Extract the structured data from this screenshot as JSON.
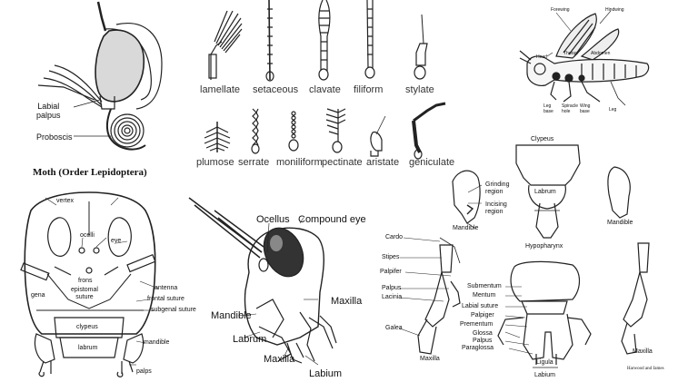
{
  "moth": {
    "labial_palpus": "Labial\npalpus",
    "proboscis": "Proboscis",
    "caption": "Moth (Order Lepidoptera)"
  },
  "antennae": {
    "row1": [
      "lamellate",
      "setaceous",
      "clavate",
      "filiform",
      "stylate"
    ],
    "row2": [
      "plumose",
      "serrate",
      "moniliform",
      "pectinate",
      "aristate",
      "geniculate"
    ]
  },
  "insect": {
    "forewing": "Forewing",
    "hindwing": "Hindwing",
    "head": "Head",
    "thorax": "Thorax",
    "abdomen": "Abdomen",
    "leg_base": "Leg\nbase",
    "spiracle": "Spiracle\nhole",
    "wing_base": "Wing\nbase",
    "leg": "Leg"
  },
  "head_front": {
    "vertex": "vertex",
    "ocelli": "ocelli",
    "eye": "eye",
    "frons": "frons",
    "gena": "gena",
    "epistomal_suture": "epistomal\nsuture",
    "antenna": "antenna",
    "frontal_suture": "frontal suture",
    "subgenal_suture": "subgenal suture",
    "clypeus": "clypeus",
    "labrum": "labrum",
    "mandible": "mandible",
    "palps": "palps"
  },
  "grasshopper": {
    "ocellus": "Ocellus",
    "compound_eye": "Compound eye",
    "maxilla_right": "Maxilla",
    "mandible": "Mandible",
    "labrum": "Labrum",
    "maxilla_bottom": "Maxilla",
    "labium": "Labium"
  },
  "mouthparts": {
    "clypeus": "Clypeus",
    "labrum": "Labrum",
    "grinding_region": "Grinding\nregion",
    "incising_region": "Incising\nregion",
    "mandible_left": "Mandible",
    "mandible_right": "Mandible",
    "hypopharynx": "Hypopharynx",
    "cardo": "Cardo",
    "stipes": "Stipes",
    "palpifer": "Palpifer",
    "palpus": "Palpus",
    "lacinia": "Lacinia",
    "galea": "Galea",
    "maxilla_left": "Maxilla",
    "maxilla_right": "Maxilla",
    "submentum": "Submentum",
    "mentum": "Mentum",
    "labial_suture": "Labial suture",
    "palpiger": "Palpiger",
    "prementum": "Prementum",
    "glossa": "Glossa",
    "labial_palpus": "Palpus",
    "paraglossa": "Paraglossa",
    "ligula": "Ligula",
    "labium": "Labium",
    "credit": "Harwood and James"
  }
}
